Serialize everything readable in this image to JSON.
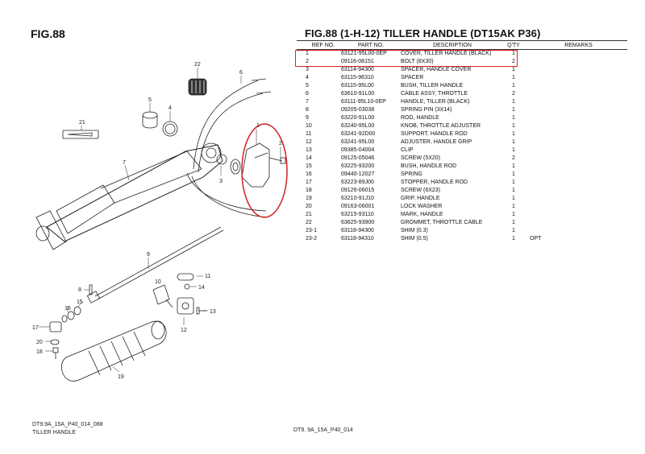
{
  "figure_label": "FIG.88",
  "title": "FIG.88 (1-H-12) TILLER HANDLE (DT15AK P36)",
  "table": {
    "headers": {
      "ref": "REF NO.",
      "part": "PART NO.",
      "desc": "DESCRIPTION",
      "qty": "Q'TY",
      "remarks": "REMARKS"
    },
    "rows": [
      {
        "ref": "1",
        "part": "63121-95L00-0EP",
        "desc": "COVER, TILLER HANDLE (BLACK)",
        "qty": "1",
        "remarks": ""
      },
      {
        "ref": "2",
        "part": "09116-08151",
        "desc": "BOLT (8X30)",
        "qty": "2",
        "remarks": ""
      },
      {
        "ref": "3",
        "part": "63114-94300",
        "desc": "SPACER, HANDLE COVER",
        "qty": "1",
        "remarks": ""
      },
      {
        "ref": "4",
        "part": "63115-96310",
        "desc": "SPACER",
        "qty": "1",
        "remarks": ""
      },
      {
        "ref": "5",
        "part": "63115-95L00",
        "desc": "BUSH, TILLER HANDLE",
        "qty": "1",
        "remarks": ""
      },
      {
        "ref": "6",
        "part": "63610-91L00",
        "desc": "CABLE ASSY, THROTTLE",
        "qty": "2",
        "remarks": ""
      },
      {
        "ref": "7",
        "part": "63111-95L10-0EP",
        "desc": "HANDLE, TILLER (BLACK)",
        "qty": "1",
        "remarks": ""
      },
      {
        "ref": "8",
        "part": "09205-03038",
        "desc": "SPRING PIN (3X14)",
        "qty": "1",
        "remarks": ""
      },
      {
        "ref": "9",
        "part": "63220-91L00",
        "desc": "ROD, HANDLE",
        "qty": "1",
        "remarks": ""
      },
      {
        "ref": "10",
        "part": "63240-95L00",
        "desc": "KNOB, THROTTLE ADJUSTER",
        "qty": "1",
        "remarks": ""
      },
      {
        "ref": "11",
        "part": "63241-92D00",
        "desc": "SUPPORT, HANDLE ROD",
        "qty": "1",
        "remarks": ""
      },
      {
        "ref": "12",
        "part": "63241-95L00",
        "desc": "ADJUSTER, HANDLE GRIP",
        "qty": "1",
        "remarks": ""
      },
      {
        "ref": "13",
        "part": "09385-04004",
        "desc": "CLIP",
        "qty": "1",
        "remarks": ""
      },
      {
        "ref": "14",
        "part": "09125-05046",
        "desc": "SCREW (5X20)",
        "qty": "2",
        "remarks": ""
      },
      {
        "ref": "15",
        "part": "63225-93200",
        "desc": "BUSH, HANDLE ROD",
        "qty": "1",
        "remarks": ""
      },
      {
        "ref": "16",
        "part": "09440-12027",
        "desc": "SPRING",
        "qty": "1",
        "remarks": ""
      },
      {
        "ref": "17",
        "part": "63223-89J00",
        "desc": "STOPPER, HANDLE ROD",
        "qty": "1",
        "remarks": ""
      },
      {
        "ref": "18",
        "part": "09126-06015",
        "desc": "SCREW (6X23)",
        "qty": "1",
        "remarks": ""
      },
      {
        "ref": "19",
        "part": "63210-91J10",
        "desc": "GRIP, HANDLE",
        "qty": "1",
        "remarks": ""
      },
      {
        "ref": "20",
        "part": "09163-06001",
        "desc": "LOCK WASHER",
        "qty": "1",
        "remarks": ""
      },
      {
        "ref": "21",
        "part": "63215-93110",
        "desc": "MARK, HANDLE",
        "qty": "1",
        "remarks": ""
      },
      {
        "ref": "22",
        "part": "63625-93900",
        "desc": "GROMMET, THROTTLE CABLE",
        "qty": "1",
        "remarks": ""
      },
      {
        "ref": "23-1",
        "part": "63118-94300",
        "desc": "SHIM (0.3)",
        "qty": "1",
        "remarks": ""
      },
      {
        "ref": "23-2",
        "part": "63118-94310",
        "desc": "SHIM (0.5)",
        "qty": "1",
        "remarks": "OPT"
      }
    ]
  },
  "highlight_color": "#d22222",
  "diagram": {
    "callouts": [
      "1",
      "2",
      "3",
      "4",
      "5",
      "6",
      "7",
      "8",
      "9",
      "10",
      "11",
      "12",
      "13",
      "14",
      "15",
      "16",
      "17",
      "18",
      "19",
      "20",
      "21",
      "22"
    ]
  },
  "footer": {
    "left_code": "DT9.9A_15A_P40_014_088",
    "left_name": "TILLER HANDLE",
    "center_code": "DT9. 9A_15A_P40_014"
  }
}
